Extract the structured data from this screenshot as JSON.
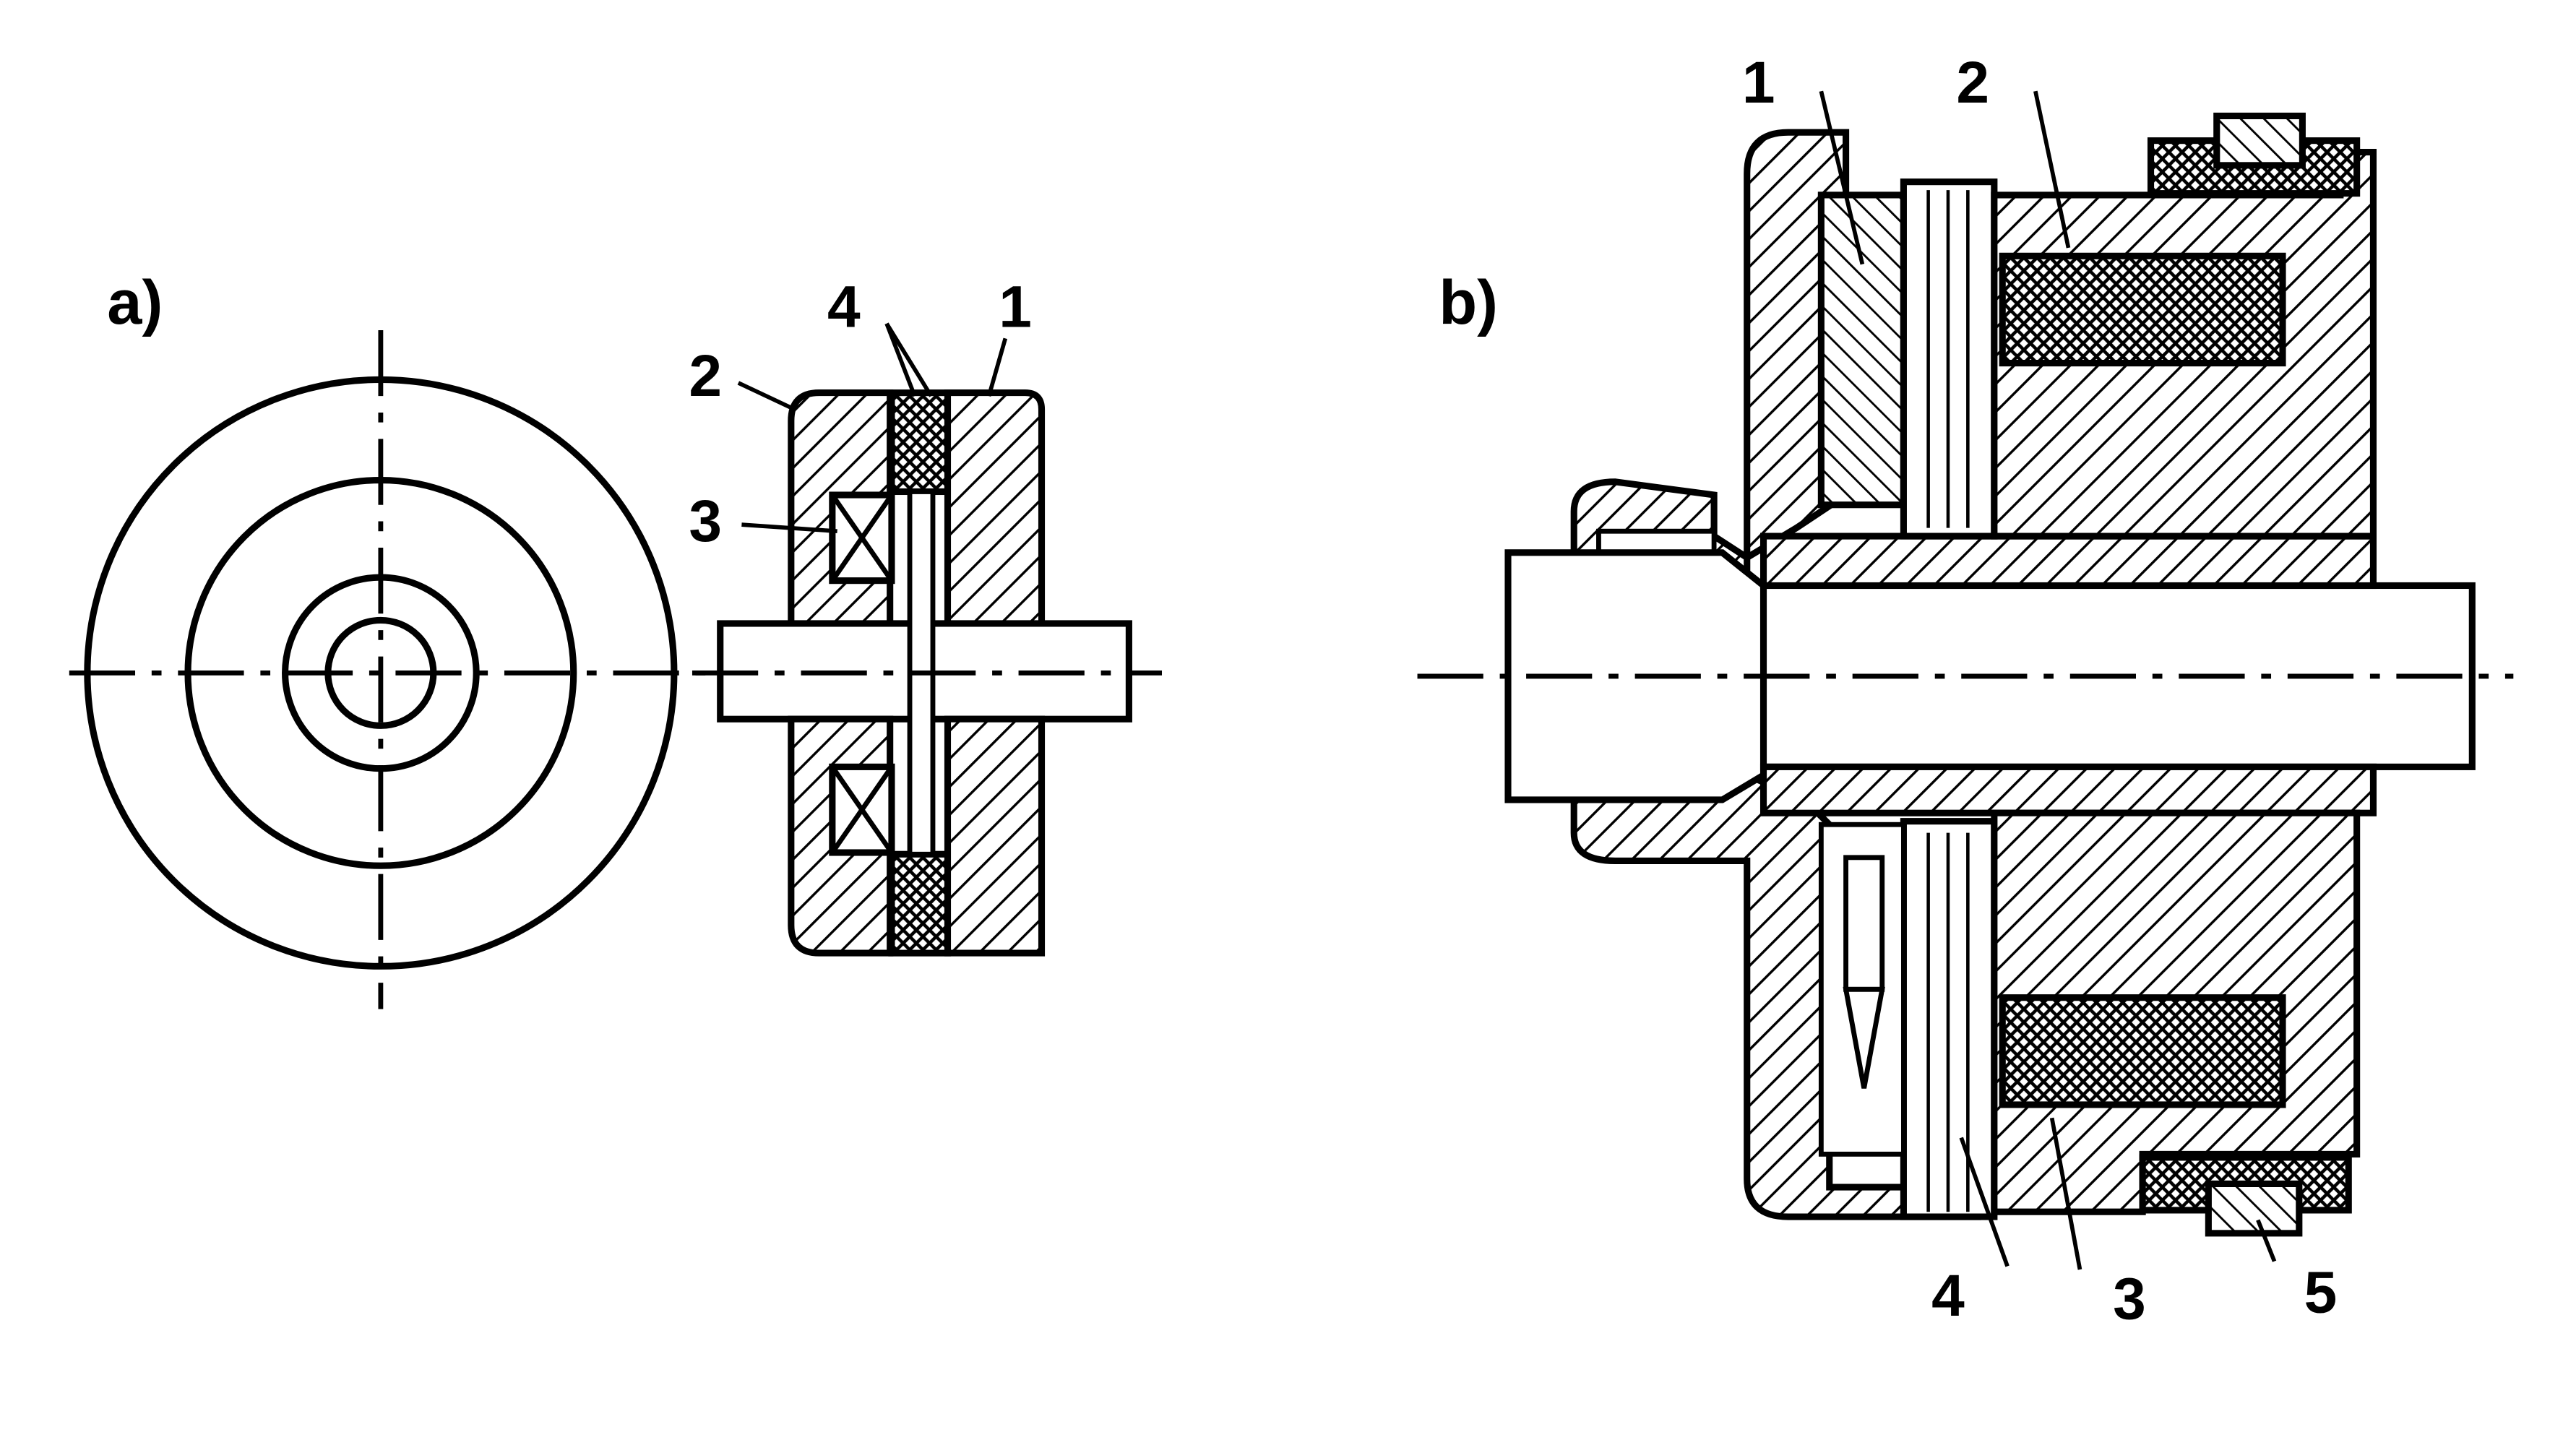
{
  "figure_a": {
    "label": "a)",
    "callouts": [
      "1",
      "2",
      "3",
      "4"
    ]
  },
  "figure_b": {
    "label": "b)",
    "callouts": [
      "1",
      "2",
      "3",
      "4",
      "5"
    ]
  },
  "colors": {
    "ink": "#000000",
    "paper": "#ffffff"
  }
}
